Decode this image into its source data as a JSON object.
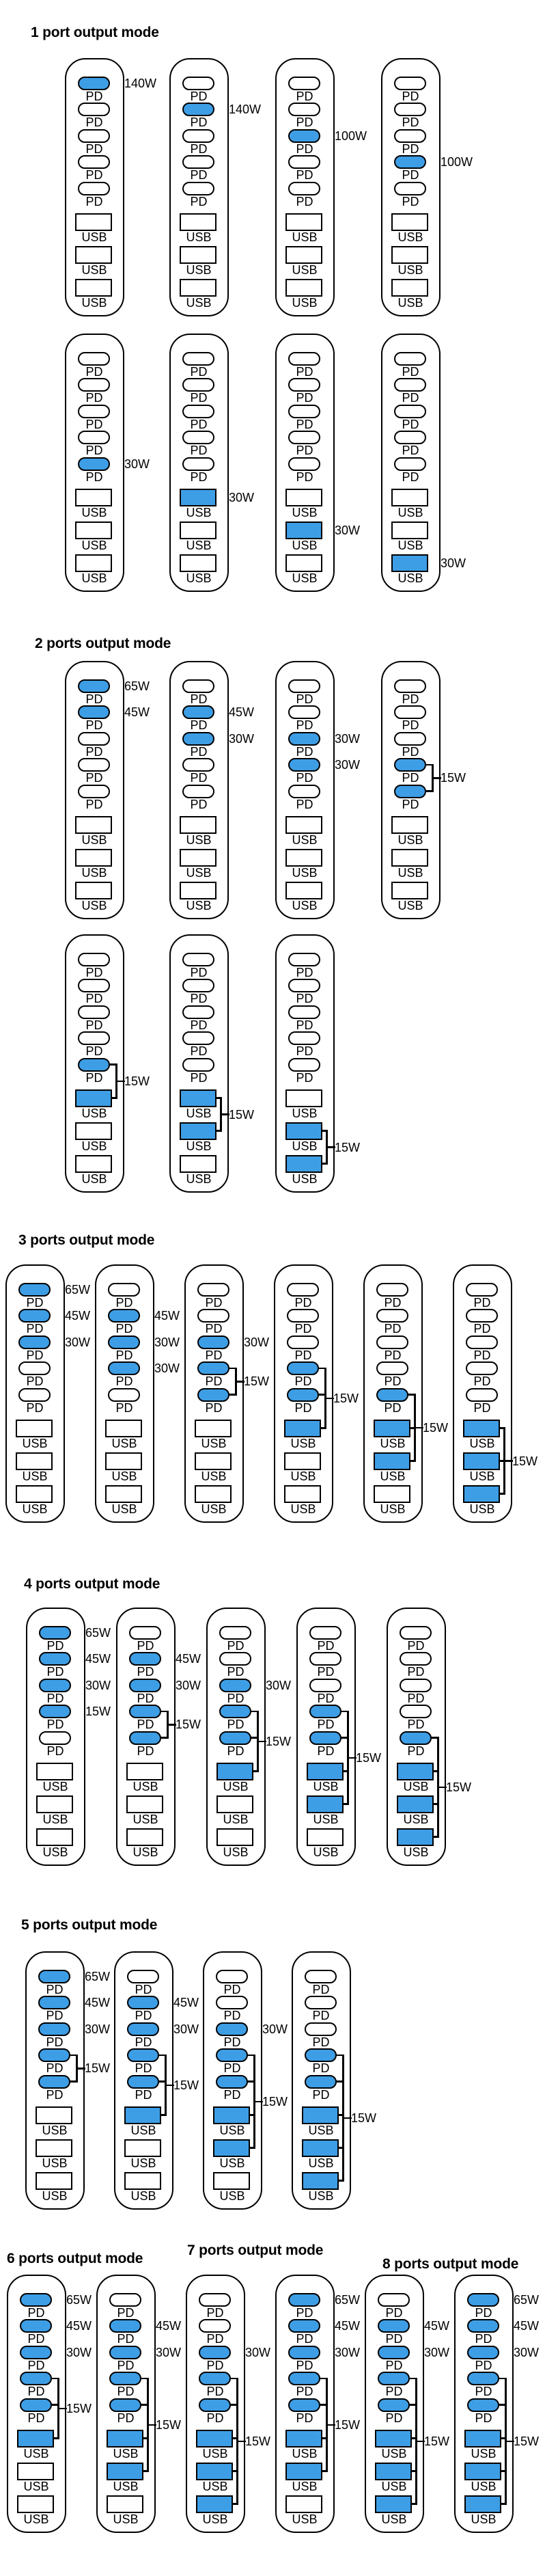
{
  "palette": {
    "active_fill": "#3E9EE5",
    "inactive_fill": "#FFFFFF",
    "line_color": "#000000"
  },
  "port_layout": [
    "PD",
    "PD",
    "PD",
    "PD",
    "PD",
    "USB",
    "USB",
    "USB"
  ],
  "port_types": {
    "pd_label": "PD",
    "usb_label": "USB"
  },
  "sections": [
    {
      "title": "1 port output mode",
      "rows": [
        {
          "devices": [
            {
              "active": [
                0
              ],
              "watts": [
                {
                  "port": 0,
                  "text": "140W"
                }
              ]
            },
            {
              "active": [
                1
              ],
              "watts": [
                {
                  "port": 1,
                  "text": "140W"
                }
              ]
            },
            {
              "active": [
                2
              ],
              "watts": [
                {
                  "port": 2,
                  "text": "100W"
                }
              ]
            },
            {
              "active": [
                3
              ],
              "watts": [
                {
                  "port": 3,
                  "text": "100W"
                }
              ]
            }
          ]
        },
        {
          "devices": [
            {
              "active": [
                4
              ],
              "watts": [
                {
                  "port": 4,
                  "text": "30W"
                }
              ]
            },
            {
              "active": [
                5
              ],
              "watts": [
                {
                  "port": 5,
                  "text": "30W"
                }
              ]
            },
            {
              "active": [
                6
              ],
              "watts": [
                {
                  "port": 6,
                  "text": "30W"
                }
              ]
            },
            {
              "active": [
                7
              ],
              "watts": [
                {
                  "port": 7,
                  "text": "30W"
                }
              ]
            }
          ]
        }
      ]
    },
    {
      "title": "2 ports output mode",
      "rows": [
        {
          "devices": [
            {
              "active": [
                0,
                1
              ],
              "watts": [
                {
                  "port": 0,
                  "text": "65W"
                },
                {
                  "port": 1,
                  "text": "45W"
                }
              ]
            },
            {
              "active": [
                1,
                2
              ],
              "watts": [
                {
                  "port": 1,
                  "text": "45W"
                },
                {
                  "port": 2,
                  "text": "30W"
                }
              ]
            },
            {
              "active": [
                2,
                3
              ],
              "watts": [
                {
                  "port": 2,
                  "text": "30W"
                },
                {
                  "port": 3,
                  "text": "30W"
                }
              ]
            },
            {
              "active": [
                3,
                4
              ],
              "bracket": {
                "from": 3,
                "to": 4,
                "text": "15W"
              }
            }
          ]
        },
        {
          "devices": [
            {
              "active": [
                4,
                5
              ],
              "bracket": {
                "from": 4,
                "to": 5,
                "text": "15W"
              }
            },
            {
              "active": [
                5,
                6
              ],
              "bracket": {
                "from": 5,
                "to": 6,
                "text": "15W"
              }
            },
            {
              "active": [
                6,
                7
              ],
              "bracket": {
                "from": 6,
                "to": 7,
                "text": "15W"
              }
            }
          ]
        }
      ]
    },
    {
      "title": "3 ports output mode",
      "rows": [
        {
          "devices": [
            {
              "active": [
                0,
                1,
                2
              ],
              "watts": [
                {
                  "port": 0,
                  "text": "65W"
                },
                {
                  "port": 1,
                  "text": "45W"
                },
                {
                  "port": 2,
                  "text": "30W"
                }
              ]
            },
            {
              "active": [
                1,
                2,
                3
              ],
              "watts": [
                {
                  "port": 1,
                  "text": "45W"
                },
                {
                  "port": 2,
                  "text": "30W"
                },
                {
                  "port": 3,
                  "text": "30W"
                }
              ]
            },
            {
              "active": [
                2,
                3,
                4
              ],
              "watts": [
                {
                  "port": 2,
                  "text": "30W"
                }
              ],
              "bracket": {
                "from": 3,
                "to": 4,
                "text": "15W"
              }
            },
            {
              "active": [
                3,
                4,
                5
              ],
              "bracket": {
                "from": 3,
                "to": 5,
                "text": "15W"
              }
            },
            {
              "active": [
                4,
                5,
                6
              ],
              "bracket": {
                "from": 4,
                "to": 6,
                "text": "15W"
              }
            },
            {
              "active": [
                5,
                6,
                7
              ],
              "bracket": {
                "from": 5,
                "to": 7,
                "text": "15W"
              }
            }
          ]
        }
      ]
    },
    {
      "title": "4 ports output mode",
      "rows": [
        {
          "devices": [
            {
              "active": [
                0,
                1,
                2,
                3
              ],
              "watts": [
                {
                  "port": 0,
                  "text": "65W"
                },
                {
                  "port": 1,
                  "text": "45W"
                },
                {
                  "port": 2,
                  "text": "30W"
                },
                {
                  "port": 3,
                  "text": "15W"
                }
              ]
            },
            {
              "active": [
                1,
                2,
                3,
                4
              ],
              "watts": [
                {
                  "port": 1,
                  "text": "45W"
                },
                {
                  "port": 2,
                  "text": "30W"
                }
              ],
              "bracket": {
                "from": 3,
                "to": 4,
                "text": "15W"
              }
            },
            {
              "active": [
                2,
                3,
                4,
                5
              ],
              "watts": [
                {
                  "port": 2,
                  "text": "30W"
                }
              ],
              "bracket": {
                "from": 3,
                "to": 5,
                "text": "15W"
              }
            },
            {
              "active": [
                3,
                4,
                5,
                6
              ],
              "bracket": {
                "from": 3,
                "to": 6,
                "text": "15W"
              }
            },
            {
              "active": [
                4,
                5,
                6,
                7
              ],
              "bracket": {
                "from": 4,
                "to": 7,
                "text": "15W"
              }
            }
          ]
        }
      ]
    },
    {
      "title": "5 ports output mode",
      "rows": [
        {
          "devices": [
            {
              "active": [
                0,
                1,
                2,
                3,
                4
              ],
              "watts": [
                {
                  "port": 0,
                  "text": "65W"
                },
                {
                  "port": 1,
                  "text": "45W"
                },
                {
                  "port": 2,
                  "text": "30W"
                }
              ],
              "bracket": {
                "from": 3,
                "to": 4,
                "text": "15W"
              }
            },
            {
              "active": [
                1,
                2,
                3,
                4,
                5
              ],
              "watts": [
                {
                  "port": 1,
                  "text": "45W"
                },
                {
                  "port": 2,
                  "text": "30W"
                }
              ],
              "bracket": {
                "from": 3,
                "to": 5,
                "text": "15W"
              }
            },
            {
              "active": [
                2,
                3,
                4,
                5,
                6
              ],
              "watts": [
                {
                  "port": 2,
                  "text": "30W"
                }
              ],
              "bracket": {
                "from": 3,
                "to": 6,
                "text": "15W"
              }
            },
            {
              "active": [
                3,
                4,
                5,
                6,
                7
              ],
              "bracket": {
                "from": 3,
                "to": 7,
                "text": "15W"
              }
            }
          ]
        }
      ]
    },
    {
      "titles": [
        "6 ports output mode",
        "7 ports output mode",
        "8 ports output mode"
      ],
      "rows": [
        {
          "devices": [
            {
              "active": [
                0,
                1,
                2,
                3,
                4,
                5
              ],
              "watts": [
                {
                  "port": 0,
                  "text": "65W"
                },
                {
                  "port": 1,
                  "text": "45W"
                },
                {
                  "port": 2,
                  "text": "30W"
                }
              ],
              "bracket": {
                "from": 3,
                "to": 5,
                "text": "15W"
              }
            },
            {
              "active": [
                1,
                2,
                3,
                4,
                5,
                6
              ],
              "watts": [
                {
                  "port": 1,
                  "text": "45W"
                },
                {
                  "port": 2,
                  "text": "30W"
                }
              ],
              "bracket": {
                "from": 3,
                "to": 6,
                "text": "15W"
              }
            },
            {
              "active": [
                2,
                3,
                4,
                5,
                6,
                7
              ],
              "watts": [
                {
                  "port": 2,
                  "text": "30W"
                }
              ],
              "bracket": {
                "from": 3,
                "to": 7,
                "text": "15W"
              }
            },
            {
              "active": [
                0,
                1,
                2,
                3,
                4,
                5,
                6
              ],
              "watts": [
                {
                  "port": 0,
                  "text": "65W"
                },
                {
                  "port": 1,
                  "text": "45W"
                },
                {
                  "port": 2,
                  "text": "30W"
                }
              ],
              "bracket": {
                "from": 3,
                "to": 6,
                "text": "15W"
              }
            },
            {
              "active": [
                1,
                2,
                3,
                4,
                5,
                6,
                7
              ],
              "watts": [
                {
                  "port": 1,
                  "text": "45W"
                },
                {
                  "port": 2,
                  "text": "30W"
                }
              ],
              "bracket": {
                "from": 3,
                "to": 7,
                "text": "15W"
              }
            },
            {
              "active": [
                0,
                1,
                2,
                3,
                4,
                5,
                6,
                7
              ],
              "watts": [
                {
                  "port": 0,
                  "text": "65W"
                },
                {
                  "port": 1,
                  "text": "45W"
                },
                {
                  "port": 2,
                  "text": "30W"
                }
              ],
              "bracket": {
                "from": 3,
                "to": 7,
                "text": "15W"
              }
            }
          ]
        }
      ]
    }
  ]
}
